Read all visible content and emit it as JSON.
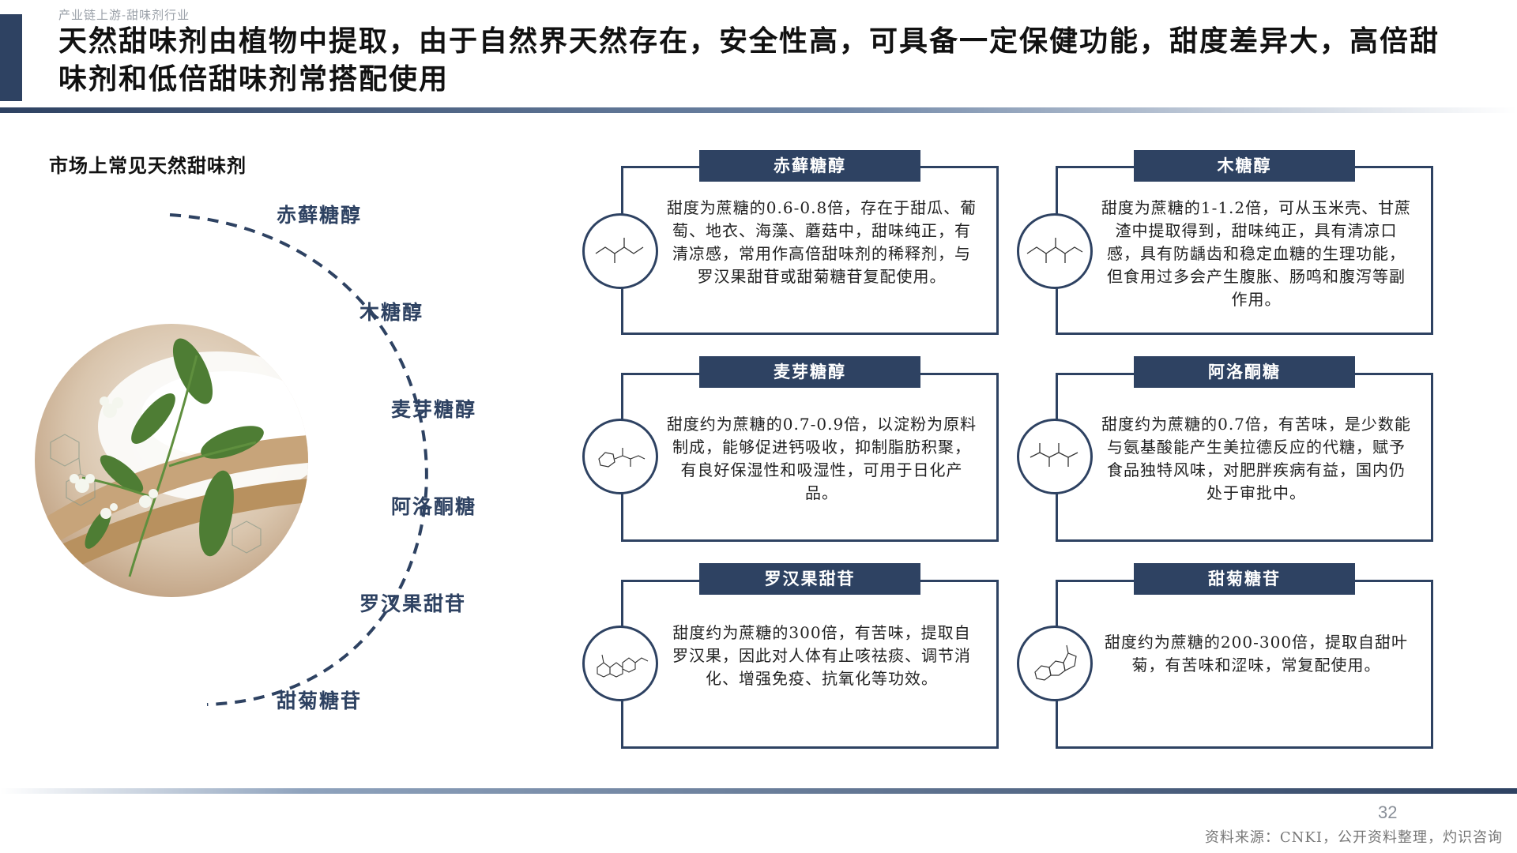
{
  "header": {
    "breadcrumb": "产业链上游-甜味剂行业",
    "title": "天然甜味剂由植物中提取，由于自然界天然存在，安全性高，可具备一定保健功能，甜度差异大，高倍甜味剂和低倍甜味剂常搭配使用"
  },
  "section_label": "市场上常见天然甜味剂",
  "arc_labels": [
    "赤藓糖醇",
    "木糖醇",
    "麦芽糖醇",
    "阿洛酮糖",
    "罗汉果甜苷",
    "甜菊糖苷"
  ],
  "cards": [
    {
      "title": "赤藓糖醇",
      "text": "甜度为蔗糖的0.6-0.8倍，存在于甜瓜、葡萄、地衣、海藻、蘑菇中，甜味纯正，有清凉感，常用作高倍甜味剂的稀释剂，与罗汉果甜苷或甜菊糖苷复配使用。"
    },
    {
      "title": "木糖醇",
      "text": "甜度为蔗糖的1-1.2倍，可从玉米壳、甘蔗渣中提取得到，甜味纯正，具有清凉口感，具有防龋齿和稳定血糖的生理功能，但食用过多会产生腹胀、肠鸣和腹泻等副作用。"
    },
    {
      "title": "麦芽糖醇",
      "text": "甜度约为蔗糖的0.7-0.9倍，以淀粉为原料制成，能够促进钙吸收，抑制脂肪积聚，有良好保湿性和吸湿性，可用于日化产品。"
    },
    {
      "title": "阿洛酮糖",
      "text": "甜度约为蔗糖的0.7倍，有苦味，是少数能与氨基酸能产生美拉德反应的代糖，赋予食品独特风味，对肥胖疾病有益，国内仍处于审批中。"
    },
    {
      "title": "罗汉果甜苷",
      "text": "甜度约为蔗糖的300倍，有苦味，提取自罗汉果，因此对人体有止咳祛痰、调节消化、增强免疫、抗氧化等功效。"
    },
    {
      "title": "甜菊糖苷",
      "text": "甜度约为蔗糖的200-300倍，提取自甜叶菊，有苦味和涩味，常复配使用。"
    }
  ],
  "footer": {
    "page_number": "32",
    "source": "资料来源：CNKI，公开资料整理，灼识咨询"
  },
  "colors": {
    "primary": "#2e4262",
    "text": "#1a1a1a",
    "muted": "#8a9099"
  }
}
